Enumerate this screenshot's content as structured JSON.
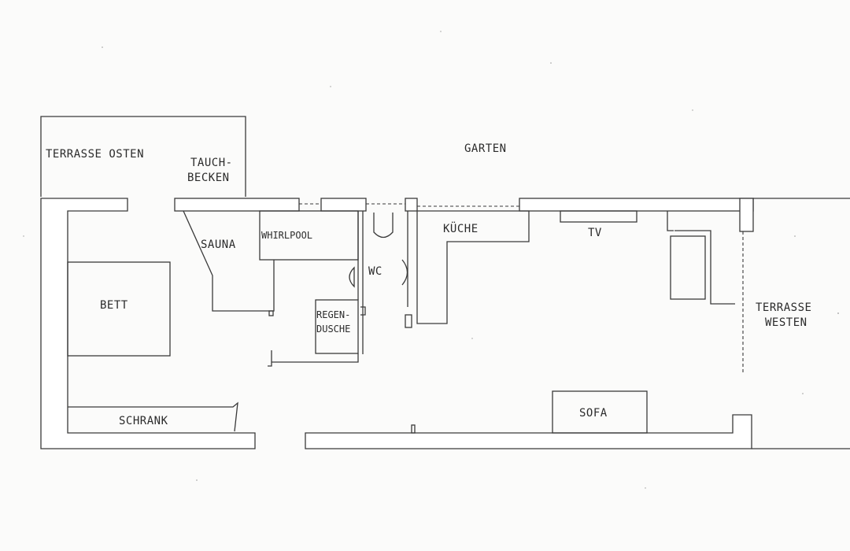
{
  "labels": {
    "terrasse_osten": "TERRASSE OSTEN",
    "tauchbecken_line1": "TAUCH-",
    "tauchbecken_line2": "BECKEN",
    "garten": "GARTEN",
    "sauna": "SAUNA",
    "whirlpool": "WHIRLPOOL",
    "wc": "WC",
    "kueche": "KÜCHE",
    "tv": "TV",
    "terrasse_westen_line1": "TERRASSE",
    "terrasse_westen_line2": "WESTEN",
    "bett": "BETT",
    "regendusche_line1": "REGEN-",
    "regendusche_line2": "DUSCHE",
    "schrank": "SCHRANK",
    "sofa": "SOFA"
  }
}
